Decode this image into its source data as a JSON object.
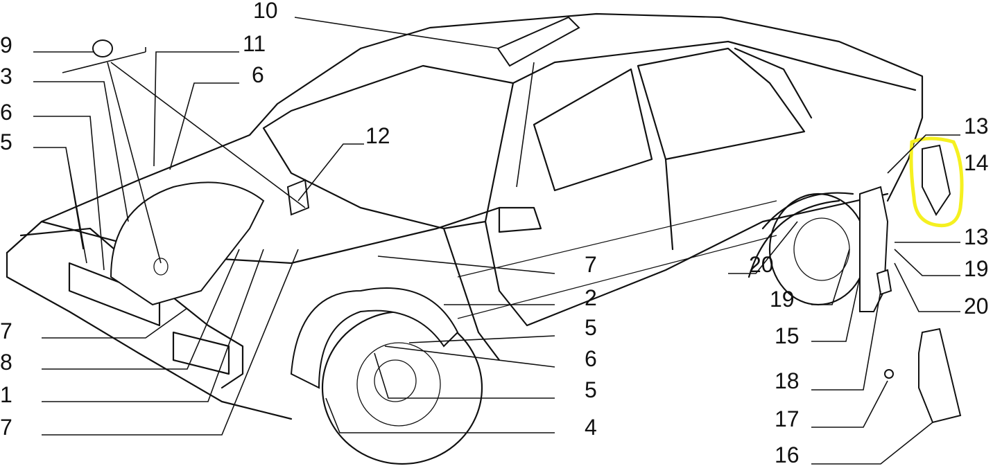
{
  "diagram": {
    "title": "Wheel arch liners, mud flaps and trim parts exploded view",
    "highlight_color": "#f5f020",
    "labels": {
      "l9": "9",
      "l3": "3",
      "l6a": "6",
      "l5a": "5",
      "l7a": "7",
      "l8": "8",
      "l1": "1",
      "l7b": "7",
      "l10": "10",
      "l11": "11",
      "l6b": "6",
      "l12": "12",
      "l7c": "7",
      "l2": "2",
      "l5b": "5",
      "l6c": "6",
      "l5c": "5",
      "l4": "4",
      "l13a": "13",
      "l14": "14",
      "l13b": "13",
      "l19a": "19",
      "l20a": "20",
      "l20b": "20",
      "l19b": "19",
      "l15": "15",
      "l18": "18",
      "l17": "17",
      "l16": "16"
    }
  }
}
